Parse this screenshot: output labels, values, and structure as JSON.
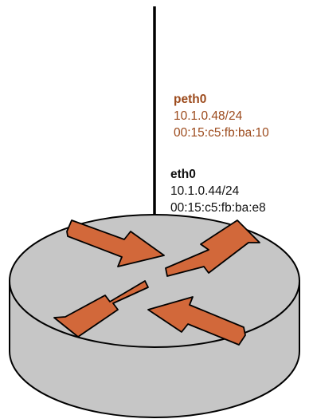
{
  "interfaces": {
    "peth0": {
      "name": "peth0",
      "ip": "10.1.0.48/24",
      "mac": "00:15:c5:fb:ba:10",
      "color": "#9c4a1c"
    },
    "eth0": {
      "name": "eth0",
      "ip": "10.1.0.44/24",
      "mac": "00:15:c5:fb:ba:e8",
      "color": "#111111"
    }
  },
  "router": {
    "icon": "router-icon",
    "body_color": "#c6c6c6",
    "arrow_color": "#d2683a"
  }
}
